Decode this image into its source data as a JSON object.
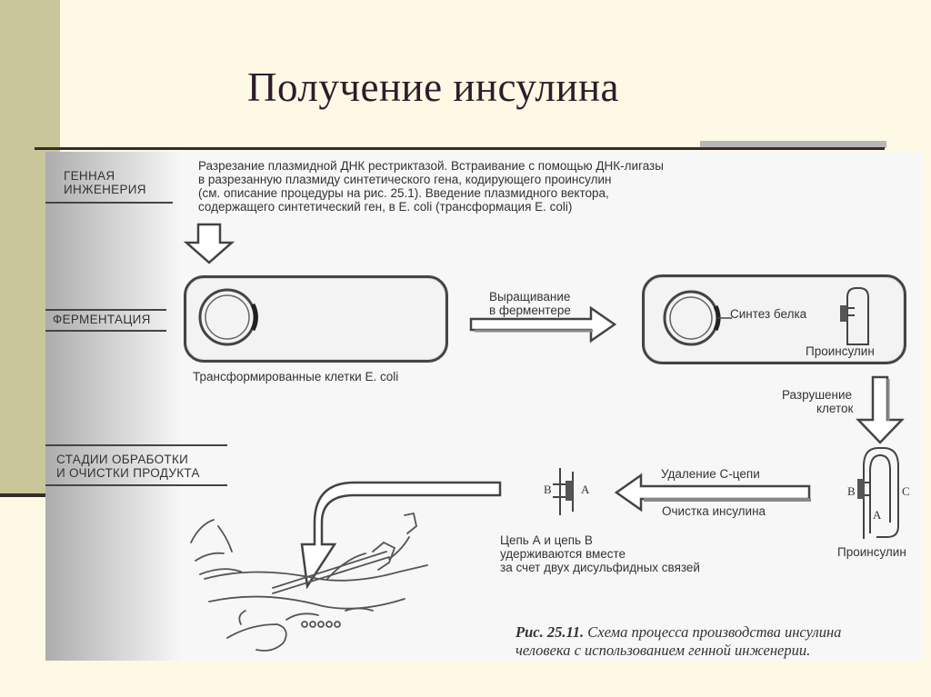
{
  "title": "Получение инсулина",
  "stages": {
    "genetic": [
      "ГЕННАЯ",
      "ИНЖЕНЕРИЯ"
    ],
    "fermentation": "ФЕРМЕНТАЦИЯ",
    "processing": [
      "СТАДИИ ОБРАБОТКИ",
      "И ОЧИСТКИ ПРОДУКТА"
    ]
  },
  "genetic_description": [
    "Разрезание плазмидной ДНК рестриктазой. Встраивание с помощью ДНК-лигазы",
    "в разрезанную плазмиду синтетического гена, кодирующего проинсулин",
    "(см. описание процедуры на рис. 25.1). Введение плазмидного вектора,",
    "содержащего синтетический ген, в E. coli (трансформация E. coli)"
  ],
  "labels": {
    "transformed_cells": "Трансформированные клетки E. coli",
    "growing": [
      "Выращивание",
      "в ферментере"
    ],
    "protein_synthesis": "Синтез белка",
    "proinsulin_cell": "Проинсулин",
    "destruction": [
      "Разрушение",
      "клеток"
    ],
    "c_chain_removal": "Удаление С-цепи",
    "insulin_purification": "Очистка инсулина",
    "proinsulin_bottom": "Проинсулин",
    "chains_note": [
      "Цепь А и цепь В",
      "удерживаются вместе",
      "за счет двух дисульфидных связей"
    ]
  },
  "chain_letters": {
    "b": "В",
    "a": "А",
    "c": "С"
  },
  "caption": {
    "ref": "Рис. 25.11.",
    "text": "Схема процесса производства инсулина",
    "line2": "человека с использованием генной инженерии."
  }
}
